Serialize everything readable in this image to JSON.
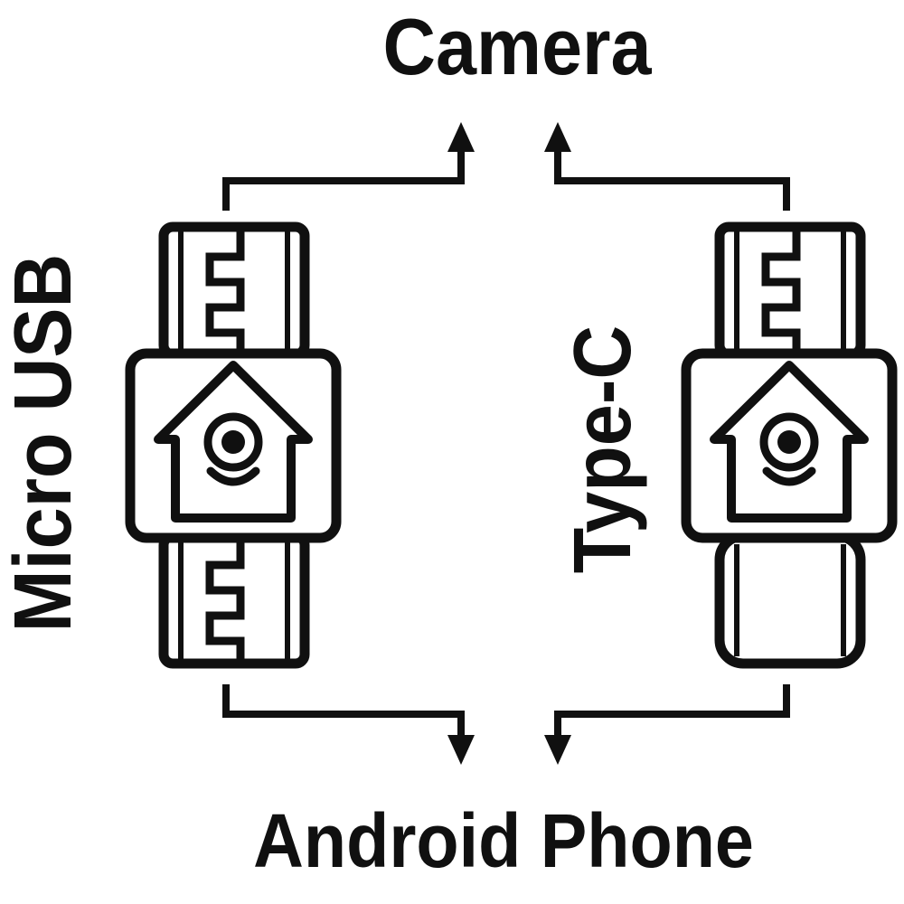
{
  "diagram": {
    "top_label": "Camera",
    "bottom_label": "Android Phone",
    "adapters": [
      {
        "label": "Micro USB",
        "position": "left",
        "icon": "camera-icon"
      },
      {
        "label": "Type-C",
        "position": "right",
        "icon": "camera-icon"
      }
    ],
    "connections": [
      {
        "from": "Micro USB",
        "to": "Camera"
      },
      {
        "from": "Micro USB",
        "to": "Android Phone"
      },
      {
        "from": "Type-C",
        "to": "Camera"
      },
      {
        "from": "Type-C",
        "to": "Android Phone"
      }
    ],
    "colors": {
      "line": "#101010",
      "text": "#101010",
      "background": "#ffffff"
    }
  }
}
